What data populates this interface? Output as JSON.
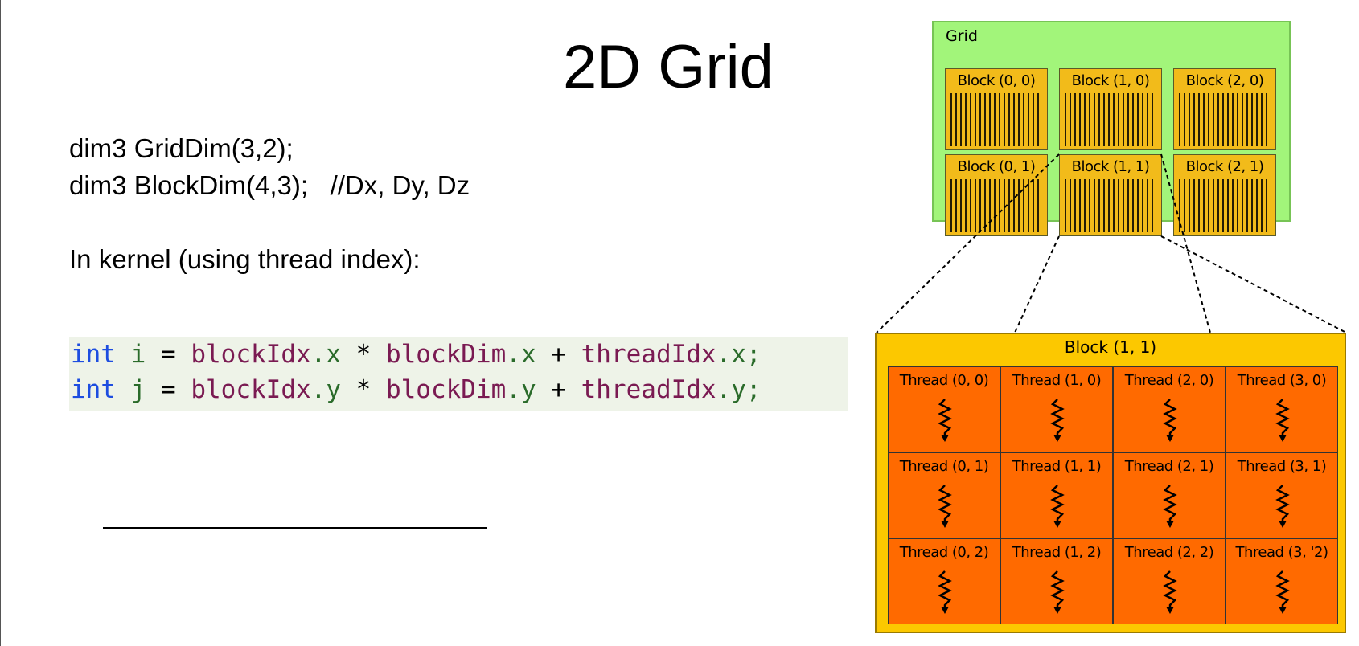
{
  "slide": {
    "title": "2D Grid",
    "lines": [
      "dim3 GridDim(3,2);",
      "dim3 BlockDim(4,3);   //Dx, Dy, Dz"
    ],
    "kernel_heading": "In kernel (using thread index):",
    "code": [
      {
        "kw": "int",
        "var": "i",
        "eq": " = ",
        "a": "blockIdx",
        "ax": ".x",
        "op": " * ",
        "b": "blockDim",
        "bx": ".x",
        "plus": " + ",
        "c": "threadIdx",
        "cx": ".x;"
      },
      {
        "kw": "int",
        "var": "j",
        "eq": " = ",
        "a": "blockIdx",
        "ax": ".y",
        "op": " * ",
        "b": "blockDim",
        "bx": ".y",
        "plus": " + ",
        "c": "threadIdx",
        "cx": ".y;"
      }
    ]
  },
  "diagram": {
    "grid_label": "Grid",
    "blocks": [
      "Block (0, 0)",
      "Block (1, 0)",
      "Block (2, 0)",
      "Block (0, 1)",
      "Block (1, 1)",
      "Block (2, 1)"
    ],
    "expanded_block_label": "Block (1, 1)",
    "threads": [
      "Thread (0, 0)",
      "Thread (1, 0)",
      "Thread (2, 0)",
      "Thread (3, 0)",
      "Thread (0, 1)",
      "Thread (1, 1)",
      "Thread (2, 1)",
      "Thread (3, 1)",
      "Thread (0, 2)",
      "Thread (1, 2)",
      "Thread (2, 2)",
      "Thread (3, '2)"
    ],
    "colors": {
      "grid": "#a2f57a",
      "block": "#f2bb1a",
      "expanded_block": "#fcc800",
      "thread": "#ff6a00"
    }
  }
}
